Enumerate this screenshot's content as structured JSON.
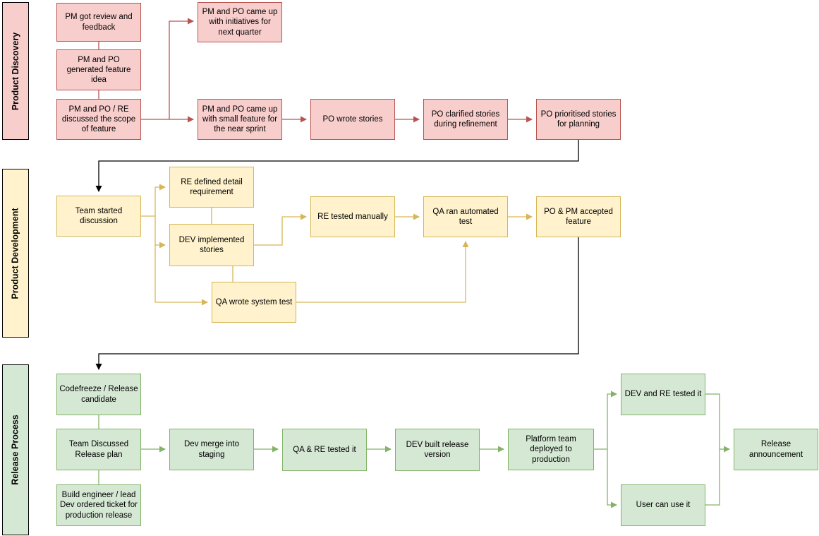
{
  "lanes": [
    {
      "id": "product-discovery",
      "label": "Product Discovery"
    },
    {
      "id": "product-development",
      "label": "Product Development"
    },
    {
      "id": "release-process",
      "label": "Release Process"
    }
  ],
  "nodes": {
    "pm_got_review": {
      "label": "PM got review and feedback"
    },
    "pm_po_generated_idea": {
      "label": "PM and PO generated feature idea"
    },
    "pm_po_re_scope": {
      "label": "PM and PO / RE discussed the scope of feature"
    },
    "initiatives_quarter": {
      "label": "PM and PO came up with initiatives for next quarter"
    },
    "small_feature_sprint": {
      "label": "PM and PO came up with small feature for the near sprint"
    },
    "po_wrote_stories": {
      "label": "PO wrote stories"
    },
    "po_clarified_stories": {
      "label": "PO clarified stories during refinement"
    },
    "po_prioritised": {
      "label": "PO prioritised stories for planning"
    },
    "team_started": {
      "label": "Team started discussion"
    },
    "re_defined": {
      "label": "RE defined detail requirement"
    },
    "dev_implemented": {
      "label": "DEV implemented stories"
    },
    "qa_wrote_test": {
      "label": "QA wrote system test"
    },
    "re_tested_manually": {
      "label": "RE tested manually"
    },
    "qa_ran_automated": {
      "label": "QA ran automated test"
    },
    "po_pm_accepted": {
      "label": "PO & PM accepted feature"
    },
    "codefreeze": {
      "label": "Codefreeze / Release candidate"
    },
    "team_discussed_plan": {
      "label": "Team Discussed Release plan"
    },
    "build_engineer": {
      "label": "Build engineer / lead Dev ordered ticket for production release"
    },
    "dev_merge_staging": {
      "label": "Dev merge into staging"
    },
    "qa_re_tested": {
      "label": "QA & RE tested it"
    },
    "dev_built_release": {
      "label": "DEV built release version"
    },
    "platform_deployed": {
      "label": "Platform team deployed to production"
    },
    "dev_re_tested_it": {
      "label": "DEV and RE tested it"
    },
    "user_can_use": {
      "label": "User can use it"
    },
    "release_announcement": {
      "label": "Release announcement"
    }
  },
  "colors": {
    "discovery_fill": "#F8CECC",
    "discovery_stroke": "#B85450",
    "development_fill": "#FFF2CC",
    "development_stroke": "#D6B656",
    "release_fill": "#D5E8D4",
    "release_stroke": "#82B366",
    "cross_lane_connector": "#000000"
  }
}
